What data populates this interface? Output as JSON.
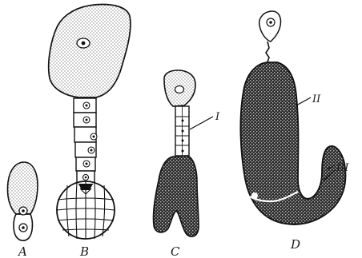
{
  "panels": [
    {
      "label": "A"
    },
    {
      "label": "B"
    },
    {
      "label": "C"
    },
    {
      "label": "D"
    }
  ],
  "callouts": [
    {
      "label": "I"
    },
    {
      "label": "II"
    },
    {
      "label": "III"
    }
  ]
}
